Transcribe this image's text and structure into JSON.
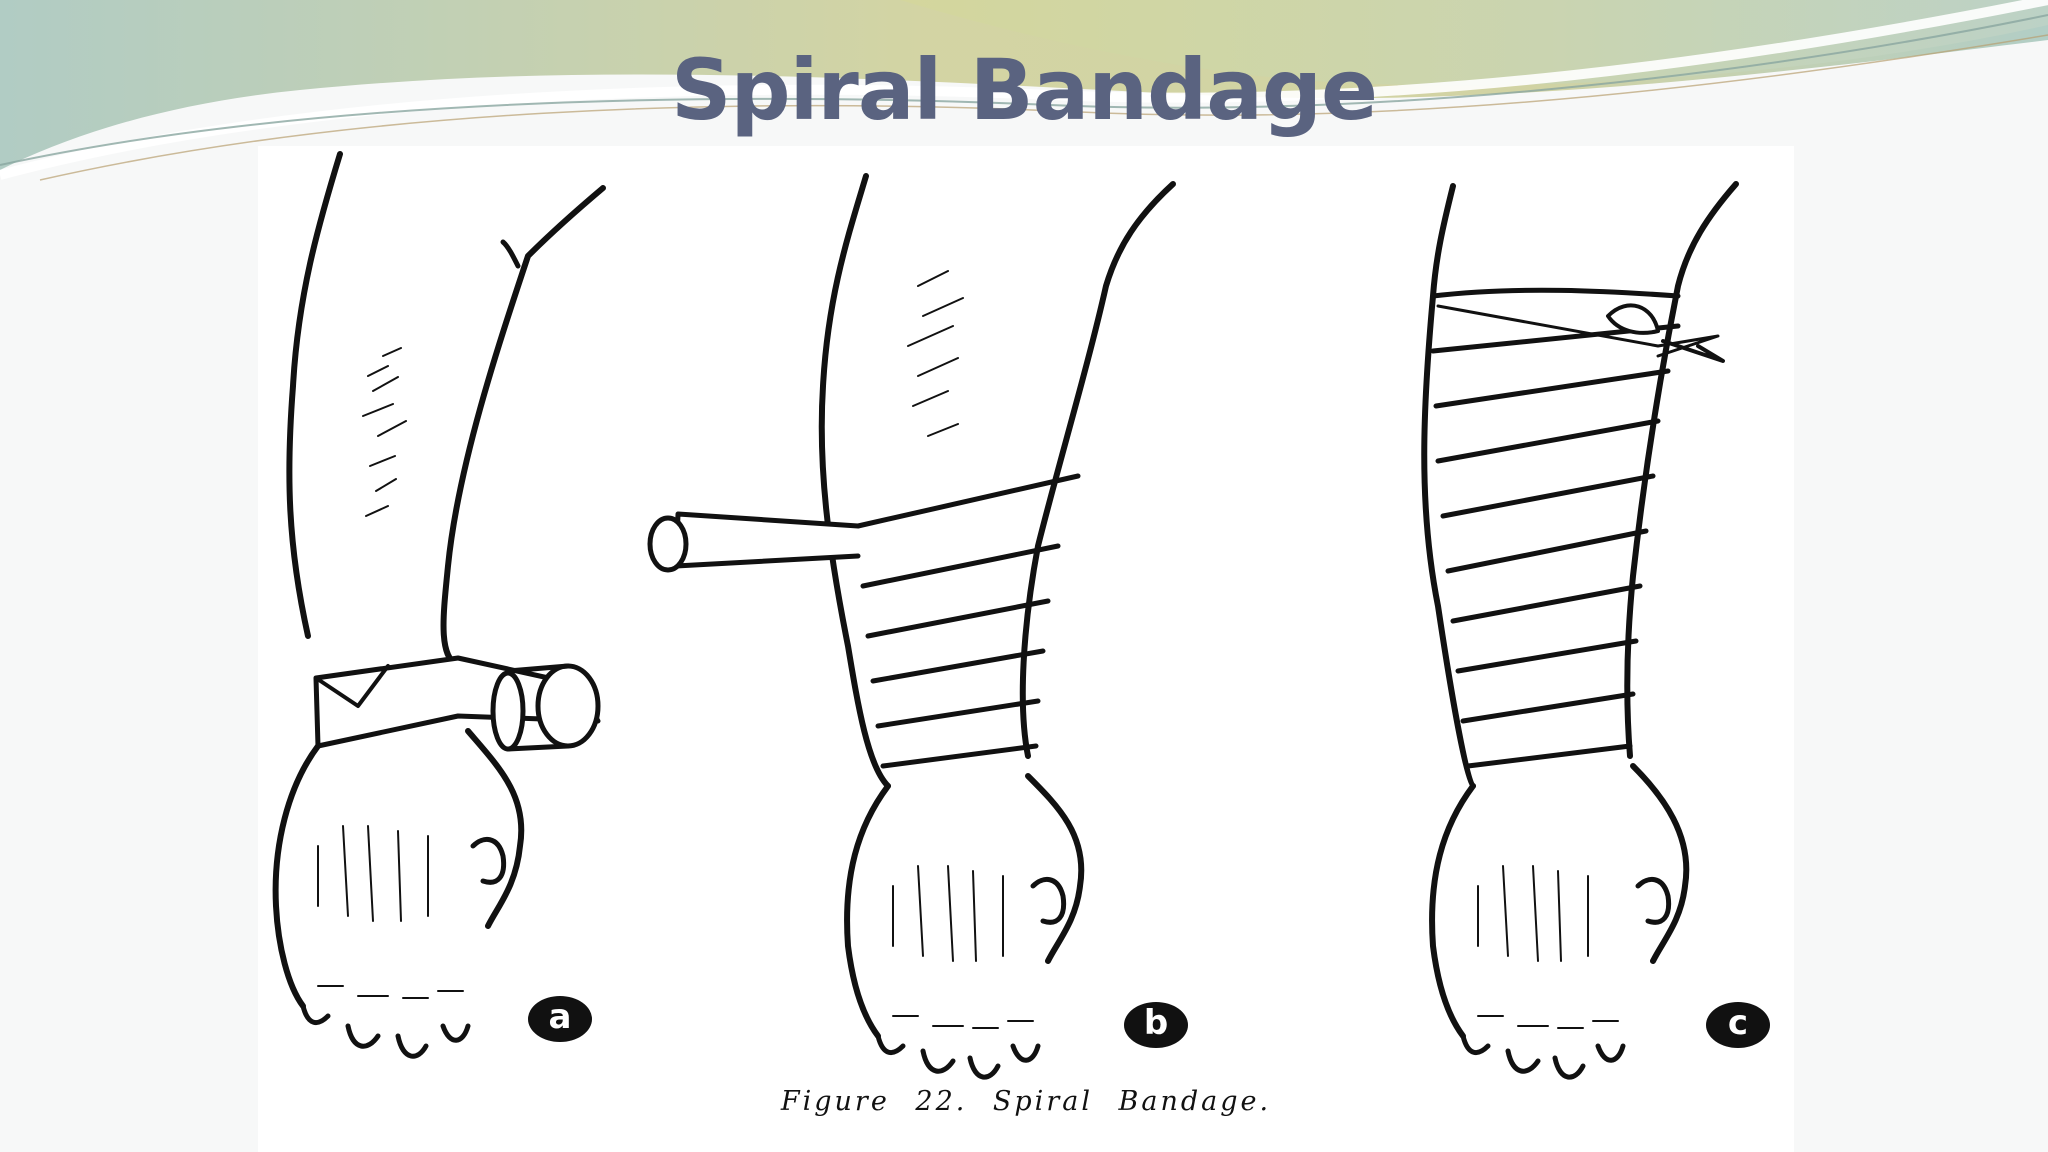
{
  "slide": {
    "title": "Spiral Bandage"
  },
  "figure": {
    "caption": "Figure 22.  Spiral Bandage.",
    "panels": [
      {
        "label": "a",
        "stage": "initial anchoring turn at wrist"
      },
      {
        "label": "b",
        "stage": "spiral turns ascending forearm"
      },
      {
        "label": "c",
        "stage": "completed bandage tied off"
      }
    ]
  },
  "colors": {
    "title": "#5a6380",
    "background": "#f7f8f8",
    "swoosh_teal": "#a7c4bd",
    "swoosh_olive": "#ccc98a"
  }
}
